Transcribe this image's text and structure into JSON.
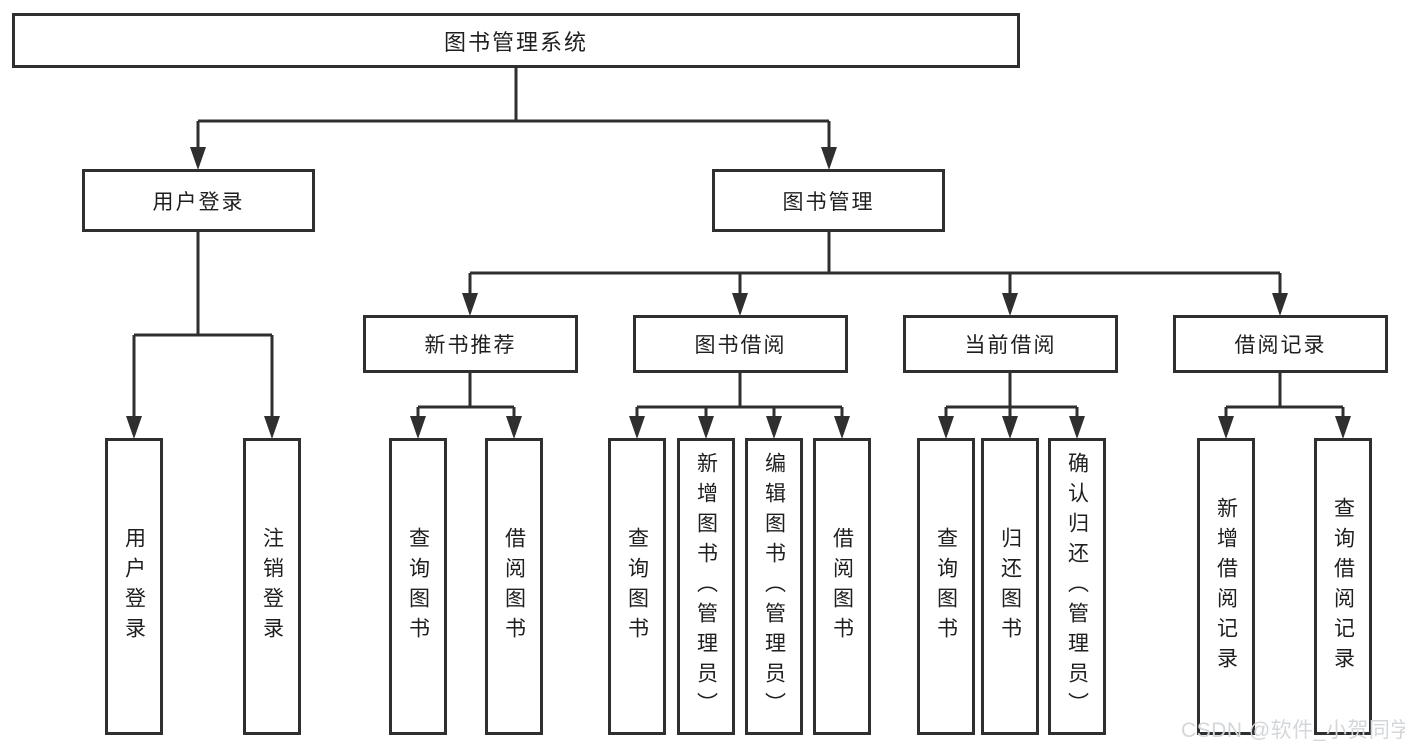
{
  "tree": {
    "root": {
      "label": "图书管理系统",
      "children": [
        {
          "label": "用户登录",
          "children": [
            {
              "label": "用户登录"
            },
            {
              "label": "注销登录"
            }
          ]
        },
        {
          "label": "图书管理",
          "children": [
            {
              "label": "新书推荐",
              "children": [
                {
                  "label": "查询图书"
                },
                {
                  "label": "借阅图书"
                }
              ]
            },
            {
              "label": "图书借阅",
              "children": [
                {
                  "label": "查询图书"
                },
                {
                  "label": "新增图书（管理员）"
                },
                {
                  "label": "编辑图书（管理员）"
                },
                {
                  "label": "借阅图书"
                }
              ]
            },
            {
              "label": "当前借阅",
              "children": [
                {
                  "label": "查询图书"
                },
                {
                  "label": "归还图书"
                },
                {
                  "label": "确认归还（管理员）"
                }
              ]
            },
            {
              "label": "借阅记录",
              "children": [
                {
                  "label": "新增借阅记录"
                },
                {
                  "label": "查询借阅记录"
                }
              ]
            }
          ]
        }
      ]
    }
  },
  "watermark": "CSDN @软件_小贺同学",
  "colors": {
    "line": "#2f2f2f",
    "box_border": "#2f2f2f",
    "box_background": "#ffffff",
    "text": "#1f1f1f",
    "watermark": "#d3d7da",
    "page_background": "#ffffff"
  }
}
